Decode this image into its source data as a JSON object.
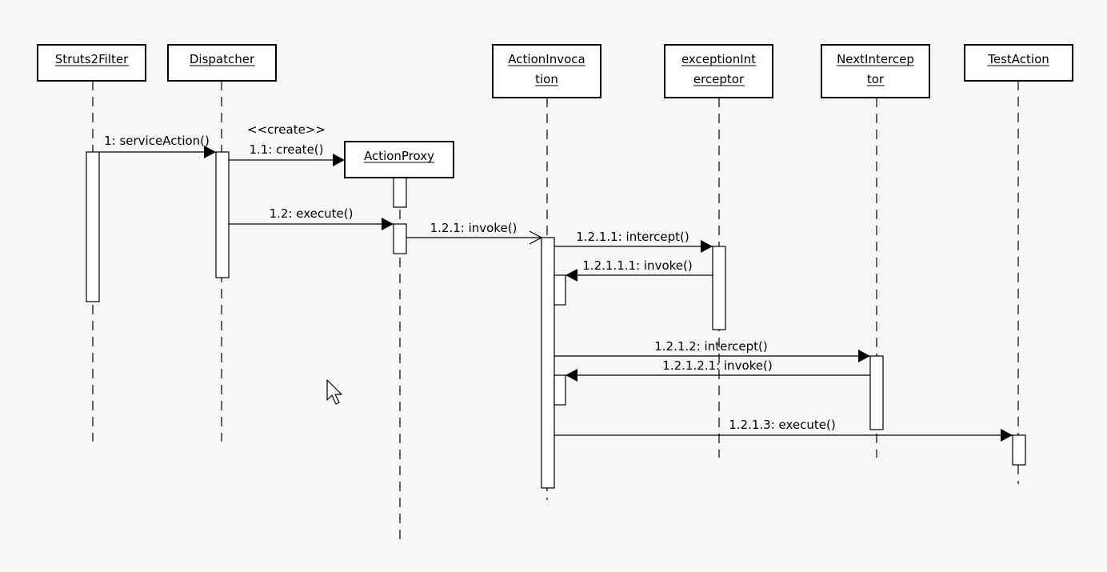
{
  "diagram": {
    "participants": [
      {
        "id": "struts2filter",
        "lines": [
          "Struts2Filter"
        ]
      },
      {
        "id": "dispatcher",
        "lines": [
          "Dispatcher"
        ]
      },
      {
        "id": "actionproxy",
        "lines": [
          "ActionProxy"
        ]
      },
      {
        "id": "actioninvocation",
        "lines": [
          "ActionInvoca",
          "tion"
        ]
      },
      {
        "id": "exceptioninterceptor",
        "lines": [
          "exceptionInt",
          "erceptor"
        ]
      },
      {
        "id": "nextinterceptor",
        "lines": [
          "NextIntercep",
          "tor"
        ]
      },
      {
        "id": "testaction",
        "lines": [
          "TestAction"
        ]
      }
    ],
    "messages": [
      {
        "id": "m1",
        "from": "struts2filter",
        "to": "dispatcher",
        "label": "1: serviceAction()",
        "kind": "sync"
      },
      {
        "id": "m1-1",
        "from": "dispatcher",
        "to": "actionproxy",
        "label": "1.1: create()",
        "stereotype": "<<create>>",
        "kind": "create"
      },
      {
        "id": "m1-2",
        "from": "dispatcher",
        "to": "actionproxy",
        "label": "1.2: execute()",
        "kind": "sync"
      },
      {
        "id": "m1-2-1",
        "from": "actionproxy",
        "to": "actioninvocation",
        "label": "1.2.1: invoke()",
        "kind": "async"
      },
      {
        "id": "m1-2-1-1",
        "from": "actioninvocation",
        "to": "exceptioninterceptor",
        "label": "1.2.1.1: intercept()",
        "kind": "sync"
      },
      {
        "id": "m1-2-1-1-1",
        "from": "exceptioninterceptor",
        "to": "actioninvocation",
        "label": "1.2.1.1.1: invoke()",
        "kind": "sync"
      },
      {
        "id": "m1-2-1-2",
        "from": "actioninvocation",
        "to": "nextinterceptor",
        "label": "1.2.1.2: intercept()",
        "kind": "sync"
      },
      {
        "id": "m1-2-1-2-1",
        "from": "nextinterceptor",
        "to": "actioninvocation",
        "label": "1.2.1.2.1: invoke()",
        "kind": "sync"
      },
      {
        "id": "m1-2-1-3",
        "from": "actioninvocation",
        "to": "testaction",
        "label": "1.2.1.3: execute()",
        "kind": "sync"
      }
    ]
  },
  "cursor_icon": "mouse-pointer-icon"
}
